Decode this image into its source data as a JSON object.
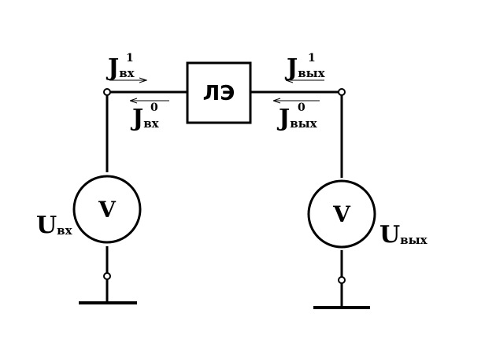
{
  "diagram": {
    "logic_element": {
      "label": "ЛЭ"
    },
    "meters": {
      "input": {
        "symbol": "V"
      },
      "output": {
        "symbol": "V"
      }
    },
    "labels": {
      "j_in_high": {
        "main": "J",
        "sub": "вх",
        "sup": "1"
      },
      "j_in_low": {
        "main": "J",
        "sub": "вх",
        "sup": "0"
      },
      "j_out_high": {
        "main": "J",
        "sub": "вых",
        "sup": "1"
      },
      "j_out_low": {
        "main": "J",
        "sub": "вых",
        "sup": "0"
      },
      "u_in": {
        "main": "U",
        "sub": "вх"
      },
      "u_out": {
        "main": "U",
        "sub": "вых"
      }
    },
    "colors": {
      "line": "#000000",
      "background": "#ffffff"
    }
  }
}
